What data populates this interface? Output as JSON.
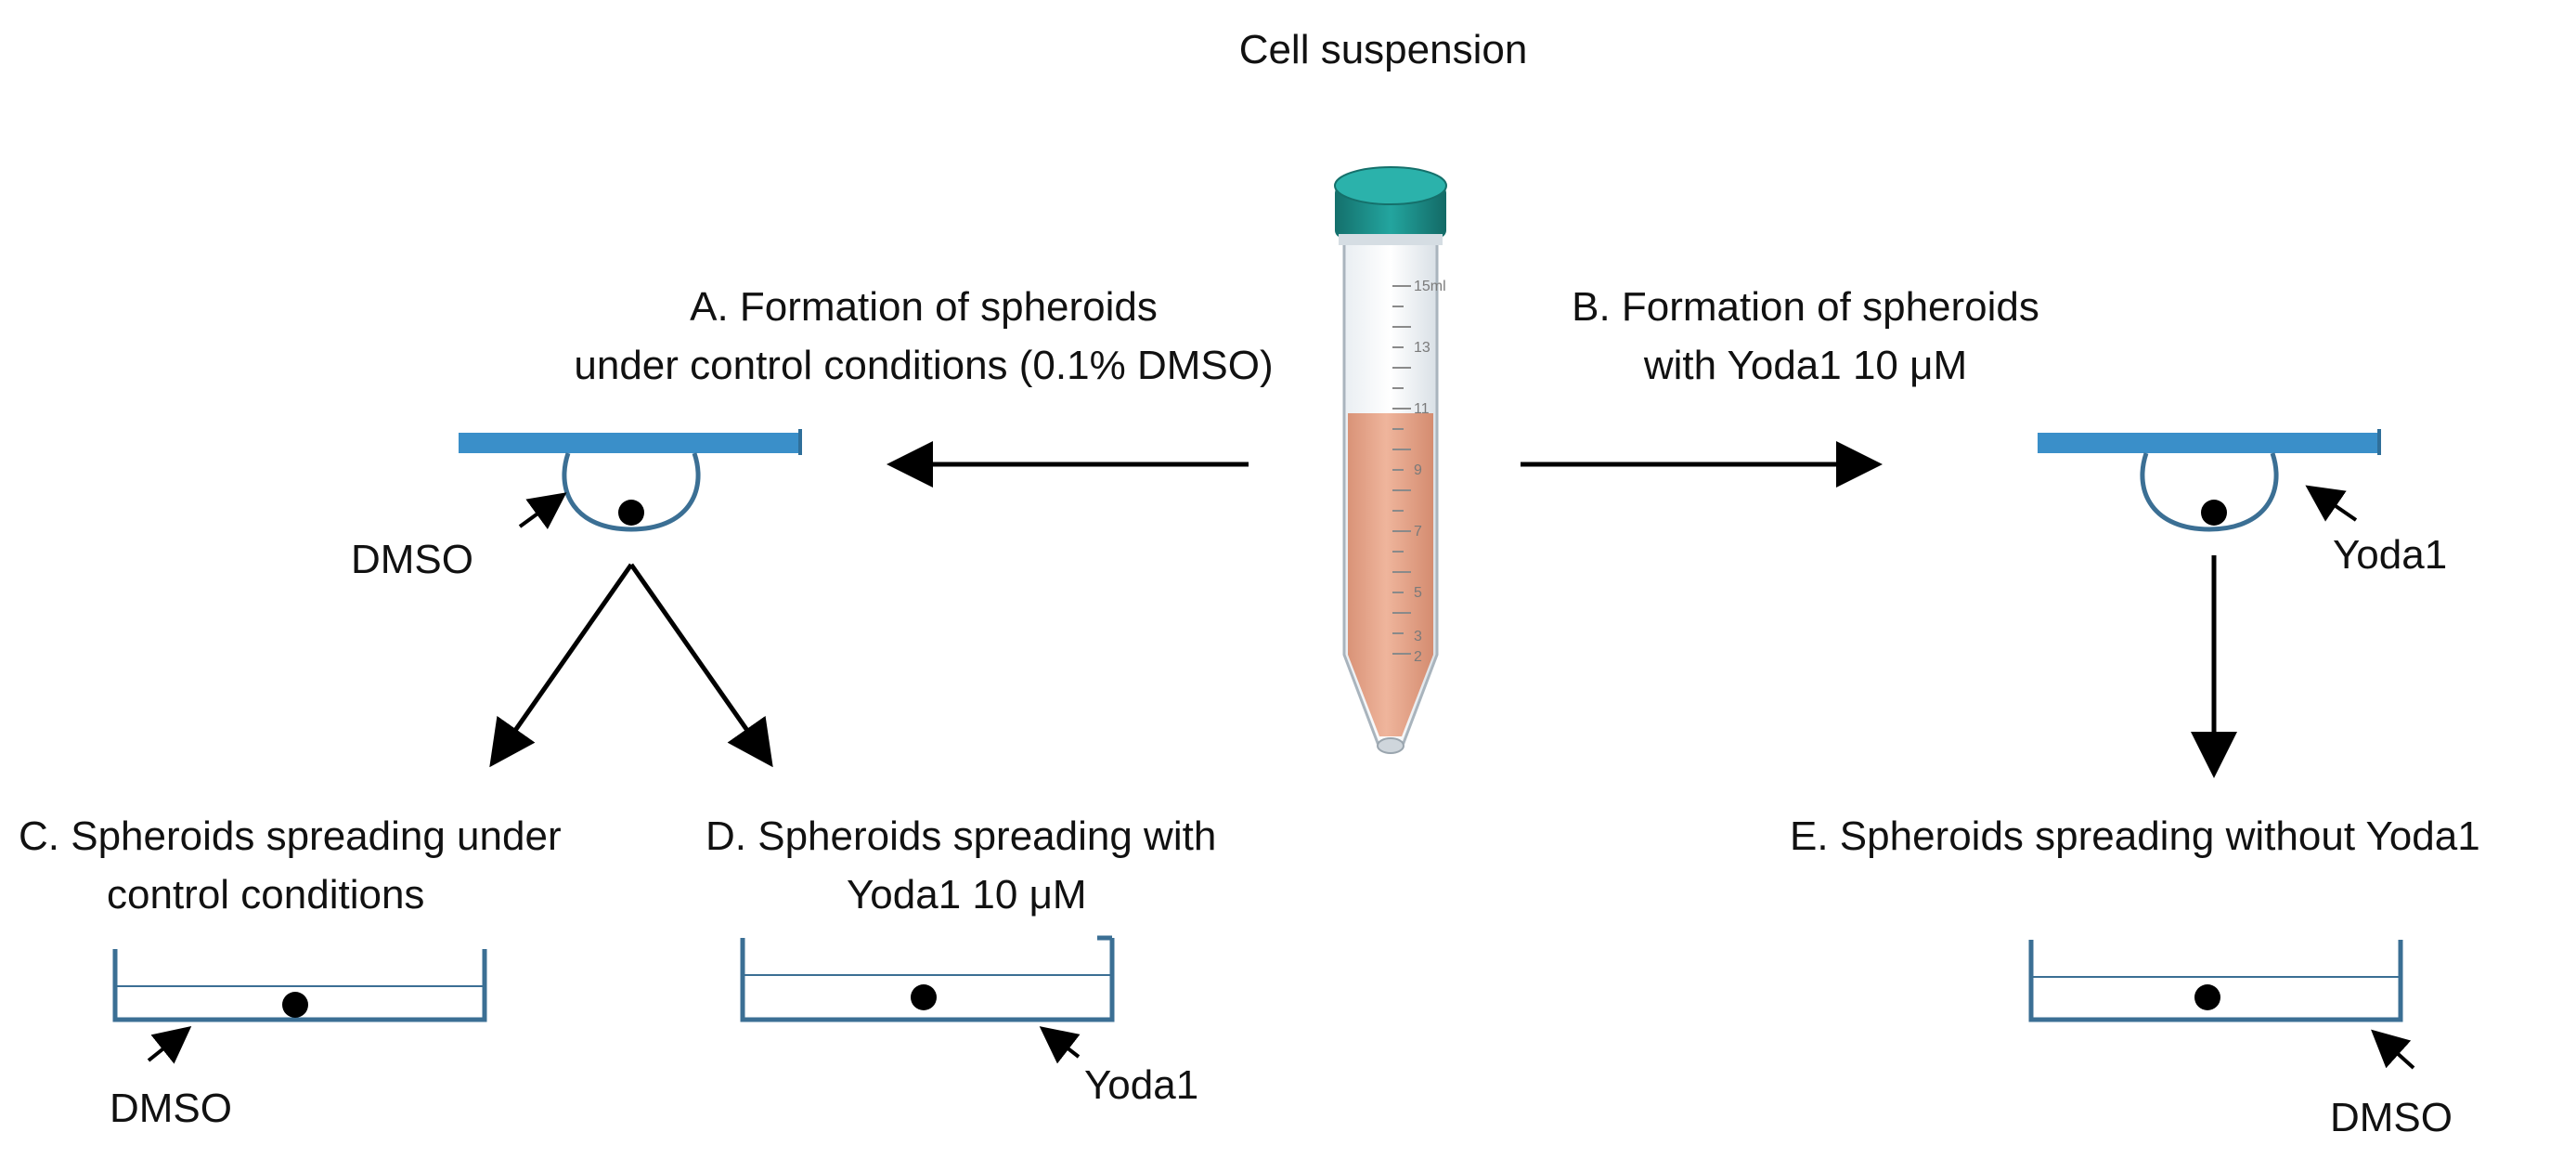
{
  "top_label": "Cell suspension",
  "tube": {
    "graduations": [
      "15ml",
      "13",
      "11",
      "9",
      "7",
      "5",
      "3",
      "2"
    ]
  },
  "panel_a": {
    "title_lines": [
      "A. Formation of spheroids",
      "under control conditions (0.1% DMSO)"
    ],
    "plate_annotation": "DMSO"
  },
  "panel_b": {
    "title_lines": [
      "B. Formation of spheroids",
      "with Yoda1 10 μM"
    ],
    "plate_annotation": "Yoda1"
  },
  "panel_c": {
    "title_lines": [
      "C. Spheroids spreading under",
      "control conditions"
    ],
    "dish_annotation": "DMSO"
  },
  "panel_d": {
    "title_lines": [
      "D. Spheroids spreading with",
      "Yoda1 10 μM"
    ],
    "dish_annotation": "Yoda1"
  },
  "panel_e": {
    "title_lines": [
      "E. Spheroids spreading without Yoda1"
    ],
    "dish_annotation": "DMSO"
  },
  "colors": {
    "plate_fill": "#3a8fc9",
    "plate_stroke": "#2f6f9a",
    "dish_stroke": "#3b6f94",
    "cap": "#1c8f8a",
    "liquid": "#e7a98f",
    "spheroid": "#000000",
    "arrow": "#000000"
  }
}
